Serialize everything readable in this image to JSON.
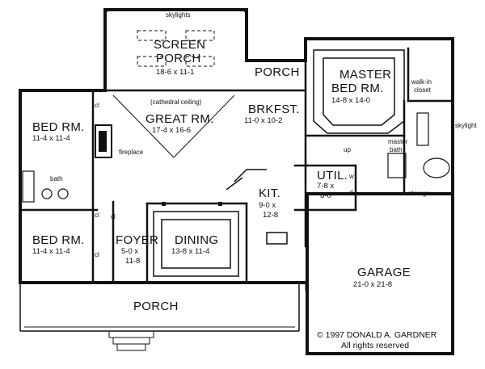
{
  "rooms": {
    "screen_porch": {
      "name_line1": "SCREEN",
      "name_line2": "PORCH",
      "dims": "18-6  x  11-1"
    },
    "porch_rear": {
      "name": "PORCH"
    },
    "master": {
      "name_line1": "MASTER",
      "name_line2": "BED RM.",
      "dims": "14-8  x  14-0"
    },
    "great": {
      "name": "GREAT RM.",
      "dims": "17-4  x  16-6"
    },
    "brkfst": {
      "name": "BRKFST.",
      "dims": "11-0  x  10-2"
    },
    "bed1": {
      "name": "BED RM.",
      "dims": "11-4  x  11-4"
    },
    "bed2": {
      "name": "BED RM.",
      "dims": "11-4  x  11-4"
    },
    "kit": {
      "name": "KIT.",
      "dims_line1": "9-0  x",
      "dims_line2": "12-8"
    },
    "util": {
      "name": "UTIL.",
      "dims_line1": "7-8  x",
      "dims_line2": "6-0"
    },
    "foyer": {
      "name": "FOYER",
      "dims_line1": "5-0  x",
      "dims_line2": "11-8"
    },
    "dining": {
      "name": "DINING",
      "dims": "13-8  x  11-4"
    },
    "garage": {
      "name": "GARAGE",
      "dims": "21-0  x  21-8"
    },
    "porch_front": {
      "name": "PORCH"
    }
  },
  "notes": {
    "skylights": "skylights",
    "cathedral": "(cathedral ceiling)",
    "walkin_line1": "walk-in",
    "walkin_line2": "closet",
    "skylight": "skylight",
    "master_bath_line1": "master",
    "master_bath_line2": "bath",
    "fireplace": "fireplace",
    "bath": "bath",
    "cl1": "cl",
    "cl2": "cl",
    "cl3": "cl",
    "cl4": "cl",
    "up": "up",
    "storage": "storage",
    "w": "w",
    "d": "d"
  },
  "copyright": {
    "line1": "© 1997 DONALD A. GARDNER",
    "line2": "All rights reserved"
  }
}
